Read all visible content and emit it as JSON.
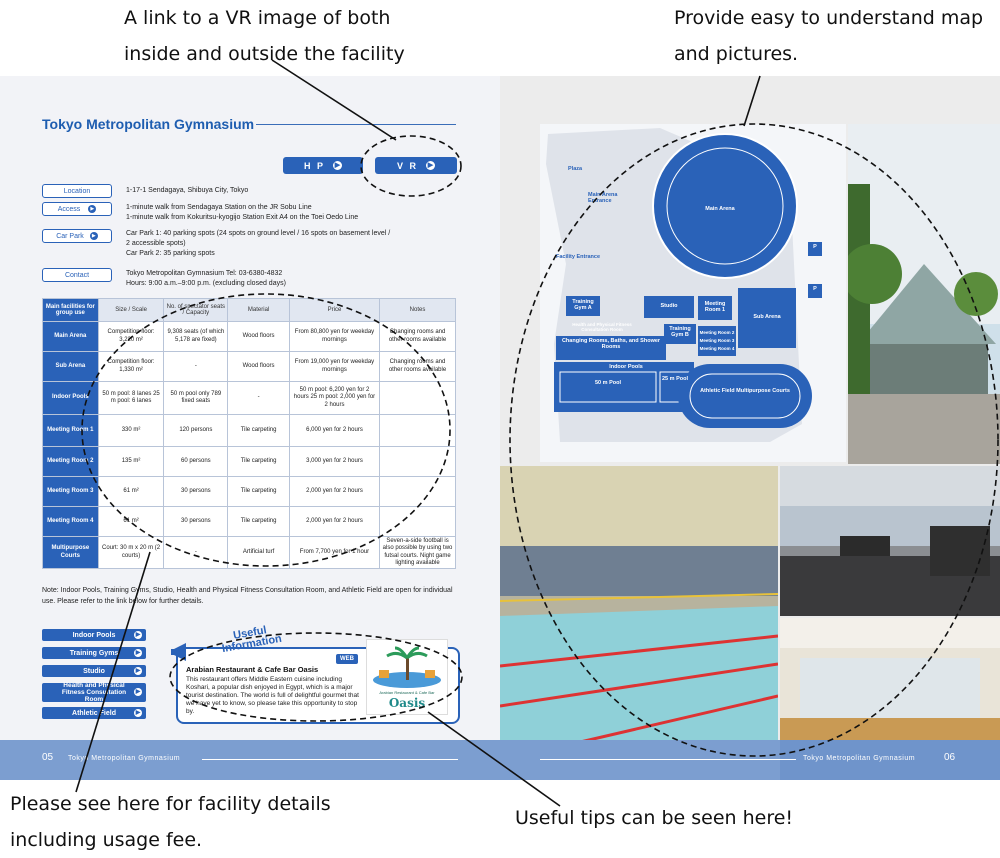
{
  "callouts": {
    "vr_link": [
      "A link to a VR image of both",
      "inside and outside the facility"
    ],
    "map": [
      "Provide easy to understand map",
      "and pictures."
    ],
    "details": [
      "Please see here for facility details",
      "including usage fee."
    ],
    "tips": "Useful tips can be seen here!"
  },
  "left_page": {
    "title": "Tokyo Metropolitan Gymnasium",
    "hp_label": "H P",
    "vr_label": "V R",
    "info": [
      {
        "label": "Location",
        "text": [
          "1-17-1 Sendagaya, Shibuya City, Tokyo"
        ]
      },
      {
        "label": "Access",
        "text": [
          "1-minute walk from Sendagaya Station on the JR Sobu Line",
          "1-minute walk from Kokuritsu-kyogijo Station Exit A4 on the Toei Oedo Line"
        ]
      },
      {
        "label": "Car Park",
        "text": [
          "Car Park 1: 40 parking spots (24 spots on ground level / 16 spots on basement level /",
          "2 accessible spots)",
          "Car Park 2: 35 parking spots"
        ]
      },
      {
        "label": "Contact",
        "text": [
          "Tokyo Metropolitan Gymnasium  Tel: 03-6380-4832",
          "Hours: 9:00 a.m.–9:00 p.m. (excluding closed days)"
        ]
      }
    ],
    "table": {
      "headers": [
        "Main facilities for group use",
        "Size / Scale",
        "No. of spectator seats / Capacity",
        "Material",
        "Price",
        "Notes"
      ],
      "rows": [
        [
          "Main Arena",
          "Competition floor: 3,220 m²",
          "9,308 seats (of which 5,178 are fixed)",
          "Wood floors",
          "From 80,800 yen for weekday mornings",
          "Changing rooms and other rooms available"
        ],
        [
          "Sub Arena",
          "Competition floor: 1,330 m²",
          "-",
          "Wood floors",
          "From 19,000 yen for weekday mornings",
          "Changing rooms and other rooms available"
        ],
        [
          "Indoor Pools",
          "50 m pool: 8 lanes 25 m pool: 6 lanes",
          "50 m pool only 789 fixed seats",
          "-",
          "50 m pool: 6,200 yen for 2 hours 25 m pool: 2,000 yen for 2 hours",
          ""
        ],
        [
          "Meeting Room 1",
          "330 m²",
          "120 persons",
          "Tile carpeting",
          "6,000 yen for 2 hours",
          ""
        ],
        [
          "Meeting Room 2",
          "135 m²",
          "60 persons",
          "Tile carpeting",
          "3,000 yen for 2 hours",
          ""
        ],
        [
          "Meeting Room 3",
          "61 m²",
          "30 persons",
          "Tile carpeting",
          "2,000 yen for 2 hours",
          ""
        ],
        [
          "Meeting Room 4",
          "61 m²",
          "30 persons",
          "Tile carpeting",
          "2,000 yen for 2 hours",
          ""
        ],
        [
          "Multipurpose Courts",
          "Court: 30 m x 20 m (2 courts)",
          "-",
          "Artificial turf",
          "From 7,700 yen for 1 hour",
          "Seven-a-side football is also possible by using two futsal courts. Night game lighting available"
        ]
      ]
    },
    "note": "Note: Indoor Pools, Training Gyms, Studio, Health and Physical Fitness Consultation Room, and Athletic Field are open for individual use. Please refer to the link below for further details.",
    "links": [
      "Indoor Pools",
      "Training Gyms",
      "Studio",
      "Health and Physical Fitness Consultation Room",
      "Athletic Field"
    ],
    "useful": {
      "title": "Useful Information",
      "badge": "WEB",
      "name": "Arabian Restaurant & Cafe Bar Oasis",
      "desc": "This restaurant offers Middle Eastern cuisine including Koshari, a popular dish enjoyed in Egypt, which is a major tourist destination. The world is full of delightful gourmet that we have yet to know, so please take this opportunity to stop by.",
      "logo_small": "Arabian Restaurant & Cafe Bar",
      "logo_big": "Oasis"
    },
    "footer_num": "05",
    "footer_text": "Tokyo Metropolitan Gymnasium"
  },
  "right_page": {
    "map_labels": {
      "plaza": "Plaza",
      "main_arena_entrance": "Main Arena Entrance",
      "main_arena": "Main Arena",
      "facility_entrance": "Facility Entrance",
      "parking": "P",
      "training_a": "Training Gym A",
      "studio": "Studio",
      "meeting1": "Meeting Room 1",
      "sub_arena": "Sub Arena",
      "health": "Health and Physical Fitness Consultation Room",
      "training_b": "Training Gym B",
      "meeting2": "Meeting Room 2",
      "meeting3": "Meeting Room 3",
      "meeting4": "Meeting Room 4",
      "changing": "Changing Rooms, Baths, and Shower Rooms",
      "indoor_pools": "Indoor Pools",
      "pool50": "50 m Pool",
      "pool25": "25 m Pool",
      "athletic": "Athletic Field Multipurpose Courts"
    },
    "footer_num": "06",
    "footer_text": "Tokyo Metropolitan Gymnasium"
  },
  "colors": {
    "brand_blue": "#2a62b8",
    "footer_blue": "#7c9ed0"
  }
}
